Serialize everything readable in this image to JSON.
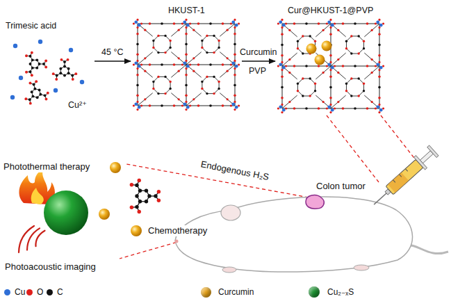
{
  "diagram": {
    "nodes": [
      {
        "text": [
          "Trimesic acid",
          "Cu²⁺"
        ]
      },
      {
        "text": [
          "HKUST-1"
        ]
      },
      {
        "text": [
          "Cur@HKUST-1@PVP"
        ]
      }
    ],
    "edges": [
      {
        "from": 0,
        "to": 1,
        "label": "45 °C",
        "arrow": "to"
      },
      {
        "from": 1,
        "to": 2,
        "label": "Curcumin",
        "arrow": "to"
      }
    ],
    "labels": [
      "PVP",
      "Photothermal therapy",
      "Chemotherapy",
      "Photoacoustic imaging",
      "Endogenous H₂S",
      "Colon tumor"
    ],
    "legend": [
      {
        "text": "Cu",
        "color": "#2f6fd6"
      },
      {
        "text": "O",
        "color": "#e0201c"
      },
      {
        "text": "C",
        "color": "#111111"
      },
      {
        "text": "Curcumin",
        "color": "#e8a317"
      },
      {
        "text": "Cu₂₋ₓS",
        "color": "#1b9130"
      }
    ]
  }
}
